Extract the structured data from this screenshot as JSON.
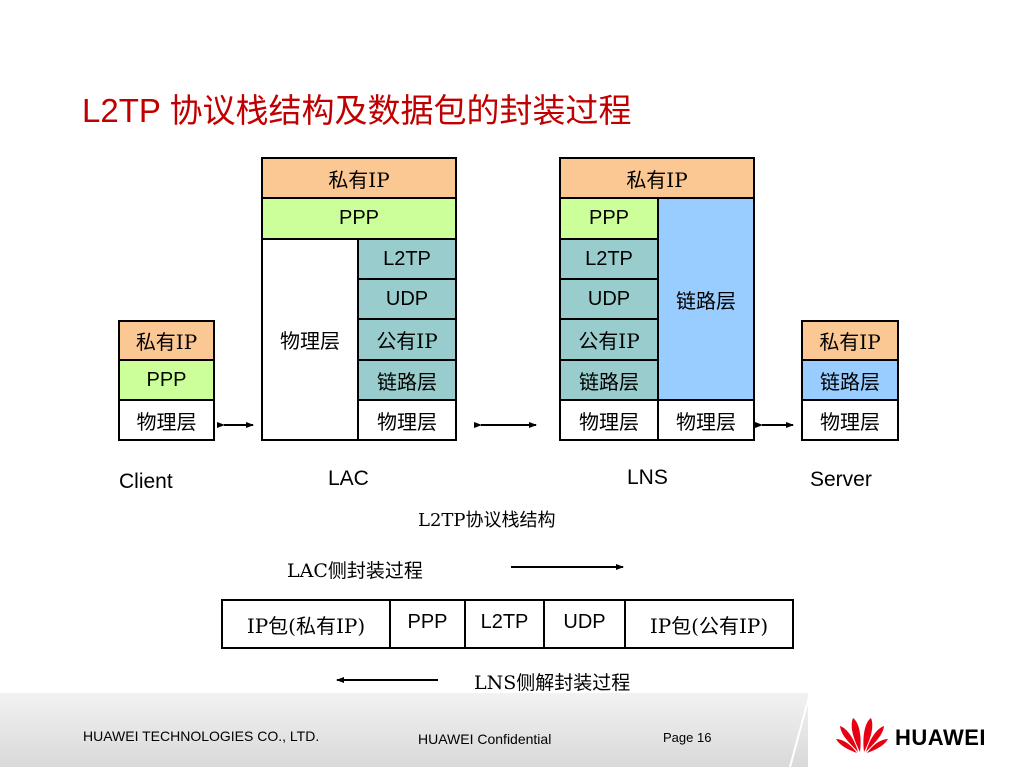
{
  "title": "L2TP 协议栈结构及数据包的封装过程",
  "client": {
    "label": "Client",
    "layers": [
      "私有IP",
      "PPP",
      "物理层"
    ]
  },
  "lac": {
    "label": "LAC",
    "private_ip": "私有IP",
    "ppp": "PPP",
    "physical_left": "物理层",
    "l2tp": "L2TP",
    "udp": "UDP",
    "public_ip": "公有IP",
    "link_layer": "链路层",
    "physical_right": "物理层"
  },
  "lns": {
    "label": "LNS",
    "private_ip": "私有IP",
    "ppp": "PPP",
    "l2tp": "L2TP",
    "udp": "UDP",
    "public_ip": "公有IP",
    "link_layer_left": "链路层",
    "link_layer_right": "链路层",
    "physical_left": "物理层",
    "physical_right": "物理层"
  },
  "server": {
    "label": "Server",
    "layers": [
      "私有IP",
      "链路层",
      "物理层"
    ]
  },
  "caption": "L2TP协议栈结构",
  "lac_encap_label": "LAC侧封装过程",
  "lns_decap_label": "LNS侧解封装过程",
  "packet": [
    "IP包(私有IP)",
    "PPP",
    "L2TP",
    "UDP",
    "IP包(公有IP)"
  ],
  "footer": {
    "company": "HUAWEI TECHNOLOGIES CO., LTD.",
    "confidential": "HUAWEI Confidential",
    "page": "Page 16",
    "logo_text": "HUAWEI"
  },
  "colors": {
    "title": "#c00000",
    "private_ip": "#fbc793",
    "ppp": "#ccff99",
    "tunnel": "#99cccc",
    "link_layer": "#99ccff",
    "logo_red": "#e60012"
  }
}
